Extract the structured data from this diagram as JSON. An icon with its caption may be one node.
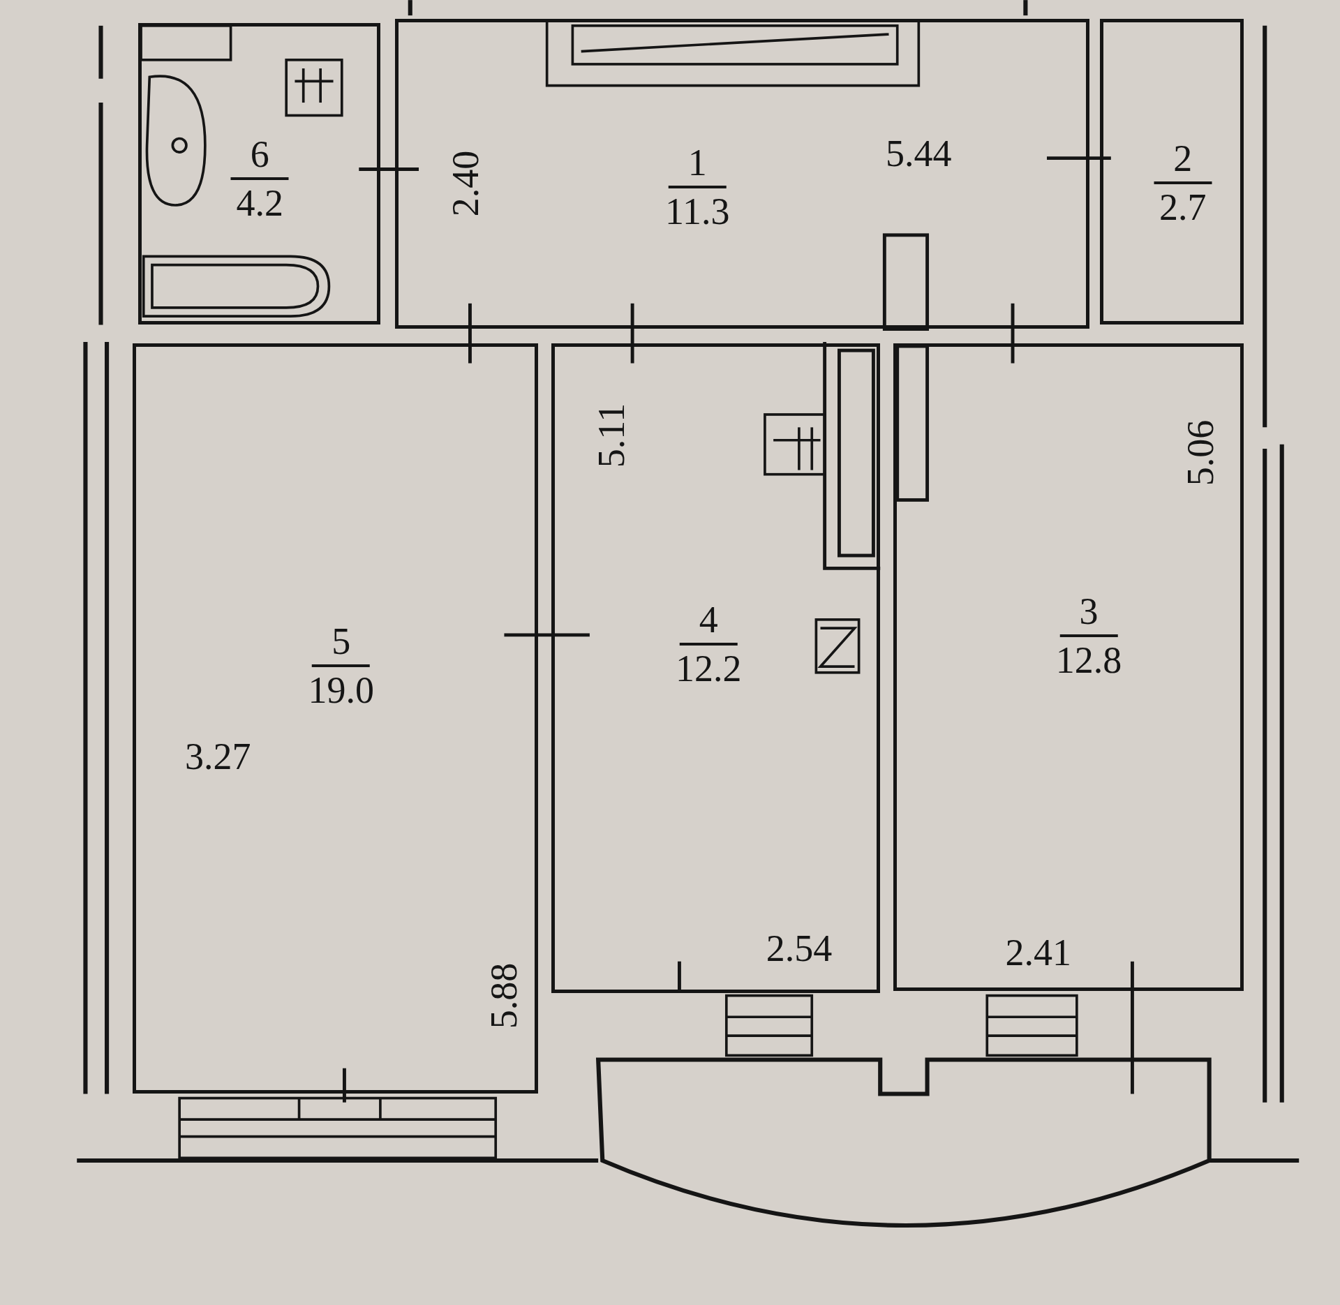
{
  "diagram": {
    "nodes": [
      {
        "text": [
          "6",
          "4.2"
        ]
      },
      {
        "text": [
          "1",
          "11.3"
        ]
      },
      {
        "text": [
          "2",
          "2.7"
        ]
      },
      {
        "text": [
          "5",
          "19.0"
        ]
      },
      {
        "text": [
          "4",
          "12.2"
        ]
      },
      {
        "text": [
          "3",
          "12.8"
        ]
      }
    ],
    "labels": [
      "2.40",
      "5.44",
      "5.11",
      "5.06",
      "3.27",
      "2.54",
      "2.41",
      "5.88"
    ]
  }
}
